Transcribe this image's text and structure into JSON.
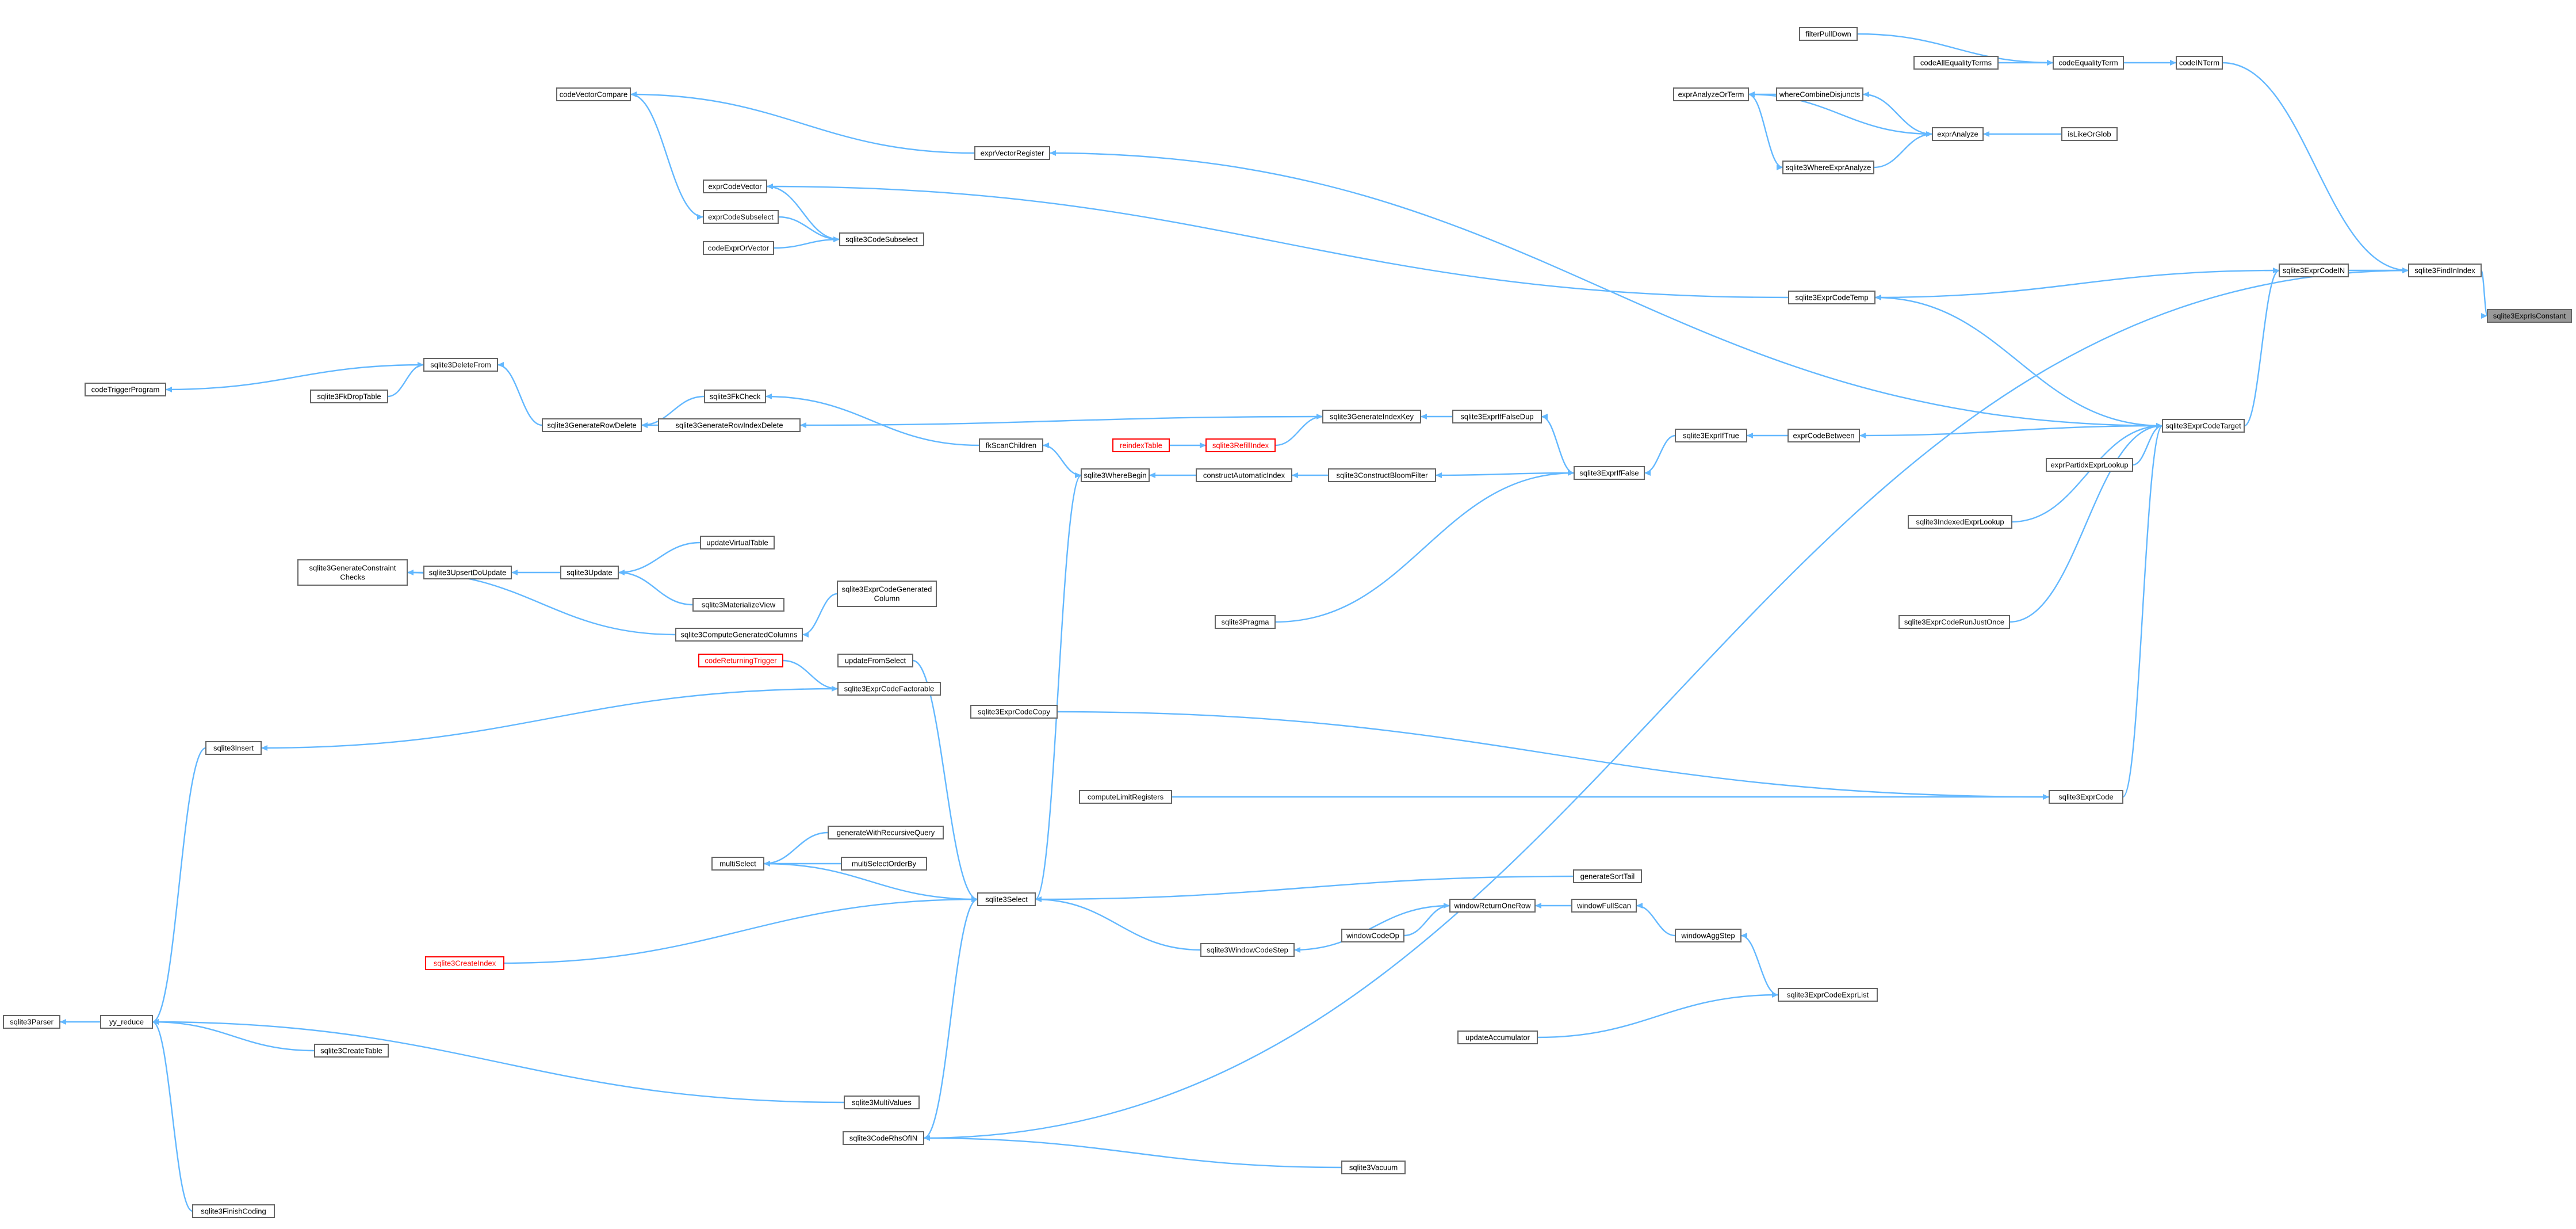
{
  "graph": {
    "colors": {
      "edge": "#63b8ff",
      "node_border": "#666666",
      "node_fill": "#ffffff",
      "root_fill": "#999999",
      "missing_border": "#ff0000"
    },
    "nodes": [
      {
        "id": "sqlite3ExprIsConstant",
        "label": "sqlite3ExprIsConstant",
        "kind": "root"
      },
      {
        "id": "sqlite3FindInIndex",
        "label": "sqlite3FindInIndex"
      },
      {
        "id": "sqlite3ExprCodeIN",
        "label": "sqlite3ExprCodeIN"
      },
      {
        "id": "sqlite3ExprCodeTarget",
        "label": "sqlite3ExprCodeTarget"
      },
      {
        "id": "codeINTerm",
        "label": "codeINTerm"
      },
      {
        "id": "codeEqualityTerm",
        "label": "codeEqualityTerm"
      },
      {
        "id": "filterPullDown",
        "label": "filterPullDown"
      },
      {
        "id": "codeAllEqualityTerms",
        "label": "codeAllEqualityTerms"
      },
      {
        "id": "exprAnalyzeOrTerm",
        "label": "exprAnalyzeOrTerm"
      },
      {
        "id": "whereCombineDisjuncts",
        "label": "whereCombineDisjuncts"
      },
      {
        "id": "exprAnalyze",
        "label": "exprAnalyze"
      },
      {
        "id": "isLikeOrGlob",
        "label": "isLikeOrGlob"
      },
      {
        "id": "sqlite3WhereExprAnalyze",
        "label": "sqlite3WhereExprAnalyze"
      },
      {
        "id": "codeVectorCompare",
        "label": "codeVectorCompare"
      },
      {
        "id": "exprVectorRegister",
        "label": "exprVectorRegister"
      },
      {
        "id": "exprCodeVector",
        "label": "exprCodeVector"
      },
      {
        "id": "exprCodeSubselect",
        "label": "exprCodeSubselect"
      },
      {
        "id": "sqlite3CodeSubselect",
        "label": "sqlite3CodeSubselect"
      },
      {
        "id": "codeExprOrVector",
        "label": "codeExprOrVector"
      },
      {
        "id": "sqlite3ExprCodeTemp",
        "label": "sqlite3ExprCodeTemp"
      },
      {
        "id": "codeTriggerProgram",
        "label": "codeTriggerProgram"
      },
      {
        "id": "sqlite3DeleteFrom",
        "label": "sqlite3DeleteFrom"
      },
      {
        "id": "sqlite3FkDropTable",
        "label": "sqlite3FkDropTable"
      },
      {
        "id": "sqlite3FkCheck",
        "label": "sqlite3FkCheck"
      },
      {
        "id": "sqlite3GenerateRowDelete",
        "label": "sqlite3GenerateRowDelete"
      },
      {
        "id": "sqlite3GenerateRowIndexDelete",
        "label": "sqlite3GenerateRowIndexDelete"
      },
      {
        "id": "sqlite3GenerateIndexKey",
        "label": "sqlite3GenerateIndexKey"
      },
      {
        "id": "sqlite3ExprIfFalseDup",
        "label": "sqlite3ExprIfFalseDup"
      },
      {
        "id": "sqlite3ExprIfTrue",
        "label": "sqlite3ExprIfTrue"
      },
      {
        "id": "exprCodeBetween",
        "label": "exprCodeBetween"
      },
      {
        "id": "exprPartidxExprLookup",
        "label": "exprPartidxExprLookup"
      },
      {
        "id": "fkScanChildren",
        "label": "fkScanChildren"
      },
      {
        "id": "reindexTable",
        "label": "reindexTable",
        "kind": "missing"
      },
      {
        "id": "sqlite3RefillIndex",
        "label": "sqlite3RefillIndex",
        "kind": "missing"
      },
      {
        "id": "sqlite3WhereBegin",
        "label": "sqlite3WhereBegin"
      },
      {
        "id": "constructAutomaticIndex",
        "label": "constructAutomaticIndex"
      },
      {
        "id": "sqlite3ConstructBloomFilter",
        "label": "sqlite3ConstructBloomFilter"
      },
      {
        "id": "sqlite3ExprIfFalse",
        "label": "sqlite3ExprIfFalse"
      },
      {
        "id": "sqlite3IndexedExprLookup",
        "label": "sqlite3IndexedExprLookup"
      },
      {
        "id": "updateVirtualTable",
        "label": "updateVirtualTable"
      },
      {
        "id": "sqlite3GenerateConstraintChecks",
        "label": "sqlite3GenerateConstraint\nChecks"
      },
      {
        "id": "sqlite3UpsertDoUpdate",
        "label": "sqlite3UpsertDoUpdate"
      },
      {
        "id": "sqlite3Update",
        "label": "sqlite3Update"
      },
      {
        "id": "sqlite3ExprCodeGeneratedColumn",
        "label": "sqlite3ExprCodeGenerated\nColumn"
      },
      {
        "id": "sqlite3MaterializeView",
        "label": "sqlite3MaterializeView"
      },
      {
        "id": "sqlite3ComputeGeneratedColumns",
        "label": "sqlite3ComputeGeneratedColumns"
      },
      {
        "id": "sqlite3Pragma",
        "label": "sqlite3Pragma"
      },
      {
        "id": "sqlite3ExprCodeRunJustOnce",
        "label": "sqlite3ExprCodeRunJustOnce"
      },
      {
        "id": "codeReturningTrigger",
        "label": "codeReturningTrigger",
        "kind": "missing"
      },
      {
        "id": "updateFromSelect",
        "label": "updateFromSelect"
      },
      {
        "id": "sqlite3ExprCodeFactorable",
        "label": "sqlite3ExprCodeFactorable"
      },
      {
        "id": "sqlite3ExprCodeCopy",
        "label": "sqlite3ExprCodeCopy"
      },
      {
        "id": "sqlite3Insert",
        "label": "sqlite3Insert"
      },
      {
        "id": "computeLimitRegisters",
        "label": "computeLimitRegisters"
      },
      {
        "id": "sqlite3ExprCode",
        "label": "sqlite3ExprCode"
      },
      {
        "id": "generateWithRecursiveQuery",
        "label": "generateWithRecursiveQuery"
      },
      {
        "id": "multiSelect",
        "label": "multiSelect"
      },
      {
        "id": "multiSelectOrderBy",
        "label": "multiSelectOrderBy"
      },
      {
        "id": "generateSortTail",
        "label": "generateSortTail"
      },
      {
        "id": "sqlite3Select",
        "label": "sqlite3Select"
      },
      {
        "id": "windowReturnOneRow",
        "label": "windowReturnOneRow"
      },
      {
        "id": "windowFullScan",
        "label": "windowFullScan"
      },
      {
        "id": "windowCodeOp",
        "label": "windowCodeOp"
      },
      {
        "id": "windowAggStep",
        "label": "windowAggStep"
      },
      {
        "id": "sqlite3WindowCodeStep",
        "label": "sqlite3WindowCodeStep"
      },
      {
        "id": "sqlite3CreateIndex",
        "label": "sqlite3CreateIndex",
        "kind": "missing"
      },
      {
        "id": "sqlite3ExprCodeExprList",
        "label": "sqlite3ExprCodeExprList"
      },
      {
        "id": "sqlite3Parser",
        "label": "sqlite3Parser"
      },
      {
        "id": "yy_reduce",
        "label": "yy_reduce"
      },
      {
        "id": "sqlite3CreateTable",
        "label": "sqlite3CreateTable"
      },
      {
        "id": "updateAccumulator",
        "label": "updateAccumulator"
      },
      {
        "id": "sqlite3MultiValues",
        "label": "sqlite3MultiValues"
      },
      {
        "id": "sqlite3CodeRhsOfIN",
        "label": "sqlite3CodeRhsOfIN"
      },
      {
        "id": "sqlite3Vacuum",
        "label": "sqlite3Vacuum"
      },
      {
        "id": "sqlite3FinishCoding",
        "label": "sqlite3FinishCoding"
      }
    ],
    "edges": [
      [
        "sqlite3FindInIndex",
        "sqlite3ExprIsConstant"
      ],
      [
        "sqlite3ExprCodeIN",
        "sqlite3FindInIndex"
      ],
      [
        "sqlite3CodeRhsOfIN",
        "sqlite3FindInIndex"
      ],
      [
        "sqlite3ExprCodeTarget",
        "sqlite3ExprCodeIN"
      ],
      [
        "codeINTerm",
        "sqlite3FindInIndex"
      ],
      [
        "codeEqualityTerm",
        "codeINTerm"
      ],
      [
        "filterPullDown",
        "codeEqualityTerm"
      ],
      [
        "codeAllEqualityTerms",
        "codeEqualityTerm"
      ],
      [
        "whereCombineDisjuncts",
        "exprAnalyzeOrTerm"
      ],
      [
        "exprAnalyze",
        "whereCombineDisjuncts"
      ],
      [
        "exprAnalyze",
        "exprAnalyzeOrTerm"
      ],
      [
        "isLikeOrGlob",
        "exprAnalyze"
      ],
      [
        "sqlite3WhereExprAnalyze",
        "exprAnalyze"
      ],
      [
        "exprAnalyzeOrTerm",
        "sqlite3WhereExprAnalyze"
      ],
      [
        "codeVectorCompare",
        "exprCodeSubselect"
      ],
      [
        "exprVectorRegister",
        "codeVectorCompare"
      ],
      [
        "sqlite3ExprCodeTarget",
        "exprVectorRegister"
      ],
      [
        "exprCodeSubselect",
        "sqlite3CodeSubselect"
      ],
      [
        "codeExprOrVector",
        "sqlite3CodeSubselect"
      ],
      [
        "sqlite3CodeSubselect",
        "exprCodeVector"
      ],
      [
        "sqlite3ExprCodeTemp",
        "exprCodeVector"
      ],
      [
        "sqlite3ExprCodeTarget",
        "sqlite3ExprCodeTemp"
      ],
      [
        "sqlite3ExprCodeIN",
        "sqlite3ExprCodeTemp"
      ],
      [
        "sqlite3DeleteFrom",
        "codeTriggerProgram"
      ],
      [
        "sqlite3FkDropTable",
        "sqlite3DeleteFrom"
      ],
      [
        "sqlite3GenerateRowDelete",
        "sqlite3DeleteFrom"
      ],
      [
        "sqlite3FkCheck",
        "sqlite3GenerateRowDelete"
      ],
      [
        "sqlite3GenerateRowIndexDelete",
        "sqlite3GenerateRowDelete"
      ],
      [
        "sqlite3GenerateIndexKey",
        "sqlite3GenerateRowIndexDelete"
      ],
      [
        "sqlite3ExprIfFalseDup",
        "sqlite3GenerateIndexKey"
      ],
      [
        "sqlite3ExprIfFalse",
        "sqlite3ExprIfFalseDup"
      ],
      [
        "sqlite3ExprIfTrue",
        "sqlite3ExprIfFalse"
      ],
      [
        "exprCodeBetween",
        "sqlite3ExprIfTrue"
      ],
      [
        "sqlite3ExprCodeTarget",
        "exprCodeBetween"
      ],
      [
        "exprPartidxExprLookup",
        "sqlite3ExprCodeTarget"
      ],
      [
        "fkScanChildren",
        "sqlite3FkCheck"
      ],
      [
        "sqlite3WhereBegin",
        "fkScanChildren"
      ],
      [
        "reindexTable",
        "sqlite3RefillIndex"
      ],
      [
        "sqlite3RefillIndex",
        "sqlite3GenerateIndexKey"
      ],
      [
        "constructAutomaticIndex",
        "sqlite3WhereBegin"
      ],
      [
        "sqlite3ConstructBloomFilter",
        "constructAutomaticIndex"
      ],
      [
        "sqlite3ExprIfFalse",
        "sqlite3ConstructBloomFilter"
      ],
      [
        "sqlite3IndexedExprLookup",
        "sqlite3ExprCodeTarget"
      ],
      [
        "updateVirtualTable",
        "sqlite3Update"
      ],
      [
        "sqlite3UpsertDoUpdate",
        "sqlite3GenerateConstraintChecks"
      ],
      [
        "sqlite3Update",
        "sqlite3UpsertDoUpdate"
      ],
      [
        "sqlite3ExprCodeGeneratedColumn",
        "sqlite3ComputeGeneratedColumns"
      ],
      [
        "sqlite3MaterializeView",
        "sqlite3Update"
      ],
      [
        "sqlite3ComputeGeneratedColumns",
        "sqlite3GenerateConstraintChecks"
      ],
      [
        "sqlite3Pragma",
        "sqlite3ExprIfFalse"
      ],
      [
        "sqlite3ExprCodeRunJustOnce",
        "sqlite3ExprCodeTarget"
      ],
      [
        "codeReturningTrigger",
        "sqlite3ExprCodeFactorable"
      ],
      [
        "updateFromSelect",
        "sqlite3Select"
      ],
      [
        "sqlite3ExprCodeFactorable",
        "sqlite3Insert"
      ],
      [
        "sqlite3ExprCodeCopy",
        "sqlite3ExprCode"
      ],
      [
        "sqlite3Insert",
        "yy_reduce"
      ],
      [
        "computeLimitRegisters",
        "sqlite3ExprCode"
      ],
      [
        "sqlite3ExprCode",
        "sqlite3ExprCodeTarget"
      ],
      [
        "generateWithRecursiveQuery",
        "multiSelect"
      ],
      [
        "multiSelectOrderBy",
        "multiSelect"
      ],
      [
        "multiSelect",
        "sqlite3Select"
      ],
      [
        "generateSortTail",
        "sqlite3Select"
      ],
      [
        "sqlite3Select",
        "sqlite3WhereBegin"
      ],
      [
        "windowReturnOneRow",
        "sqlite3WindowCodeStep"
      ],
      [
        "windowFullScan",
        "windowReturnOneRow"
      ],
      [
        "windowCodeOp",
        "windowReturnOneRow"
      ],
      [
        "windowAggStep",
        "windowFullScan"
      ],
      [
        "sqlite3WindowCodeStep",
        "sqlite3Select"
      ],
      [
        "sqlite3CreateIndex",
        "sqlite3Select"
      ],
      [
        "sqlite3ExprCodeExprList",
        "windowAggStep"
      ],
      [
        "yy_reduce",
        "sqlite3Parser"
      ],
      [
        "sqlite3CreateTable",
        "yy_reduce"
      ],
      [
        "updateAccumulator",
        "sqlite3ExprCodeExprList"
      ],
      [
        "sqlite3MultiValues",
        "yy_reduce"
      ],
      [
        "sqlite3CodeRhsOfIN",
        "sqlite3Select"
      ],
      [
        "sqlite3Vacuum",
        "sqlite3CodeRhsOfIN"
      ],
      [
        "sqlite3FinishCoding",
        "yy_reduce"
      ]
    ]
  }
}
